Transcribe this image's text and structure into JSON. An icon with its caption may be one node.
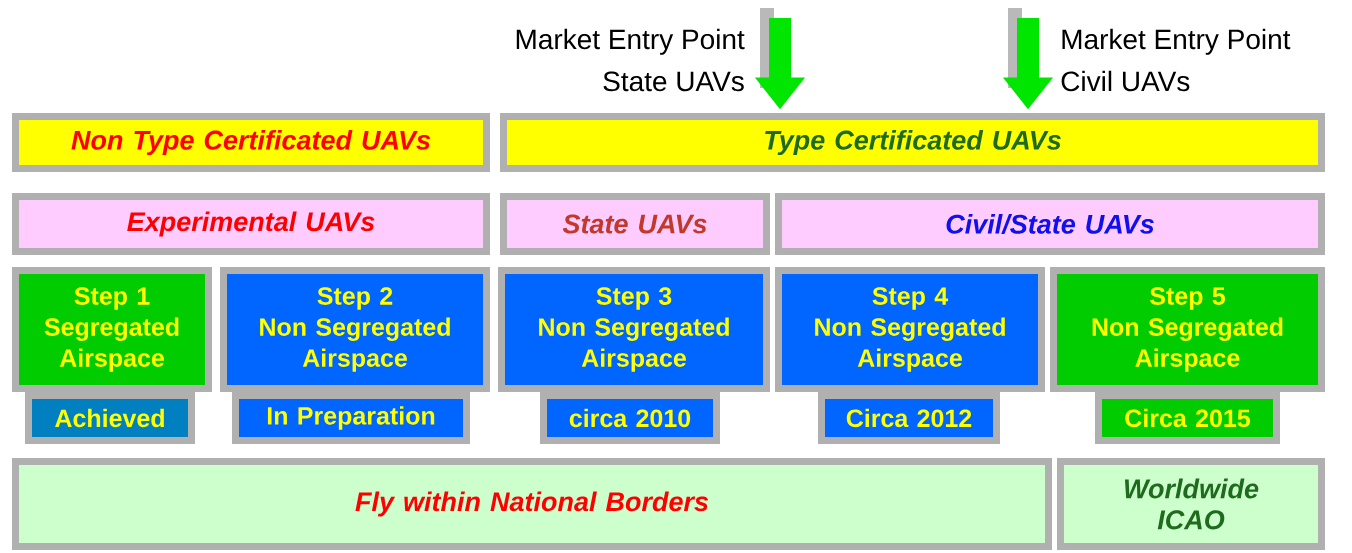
{
  "diagram": {
    "nodes": [
      {
        "text": [
          "Non Type Certificated UAVs"
        ]
      },
      {
        "text": [
          "Type Certificated UAVs"
        ]
      },
      {
        "text": [
          "Experimental UAVs"
        ]
      },
      {
        "text": [
          "State UAVs"
        ]
      },
      {
        "text": [
          "Civil/State UAVs"
        ]
      },
      {
        "text": [
          "Step 1",
          "Segregated Airspace"
        ]
      },
      {
        "text": [
          "Achieved"
        ]
      },
      {
        "text": [
          "Step 2",
          "Non Segregated Airspace"
        ]
      },
      {
        "text": [
          "In Preparation"
        ]
      },
      {
        "text": [
          "Step 3",
          "Non Segregated Airspace"
        ]
      },
      {
        "text": [
          "circa 2010"
        ]
      },
      {
        "text": [
          "Step 4",
          "Non Segregated Airspace"
        ]
      },
      {
        "text": [
          "Circa 2012"
        ]
      },
      {
        "text": [
          "Step 5",
          "Non Segregated Airspace"
        ]
      },
      {
        "text": [
          "Circa 2015"
        ]
      },
      {
        "text": [
          "Fly within National Borders"
        ]
      },
      {
        "text": [
          "Worldwide ICAO"
        ]
      }
    ],
    "edges": [
      {
        "from": null,
        "to": 1,
        "arrow": "to"
      },
      {
        "from": null,
        "to": 1,
        "arrow": "to"
      }
    ],
    "labels": [
      "Market Entry Point State UAVs",
      "Market Entry Point Civil UAVs"
    ]
  }
}
